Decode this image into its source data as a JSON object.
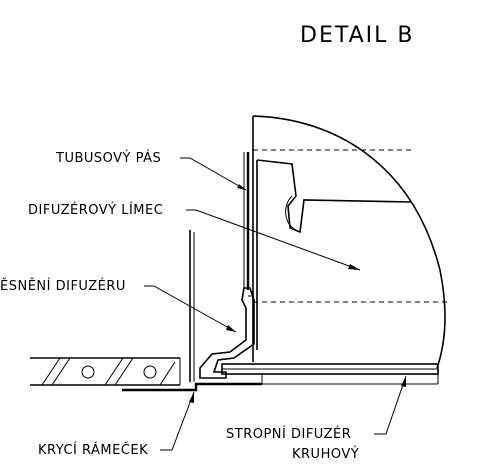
{
  "title": "DETAIL  B",
  "labels": {
    "tubusovy_pas": "TUBUSOVÝ PÁS",
    "difuzerovy_limec": "DIFUZÉROVÝ LÍMEC",
    "zavesneni_difuzeru": "ĚSNĚNÍ DIFUZÉRU",
    "kryci_ramecek": "KRYCÍ RÁMEČEK",
    "stropni_difuzer_line1": "STROPNÍ DIFUZÉR",
    "stropni_difuzer_line2": "KRUHOVÝ"
  }
}
